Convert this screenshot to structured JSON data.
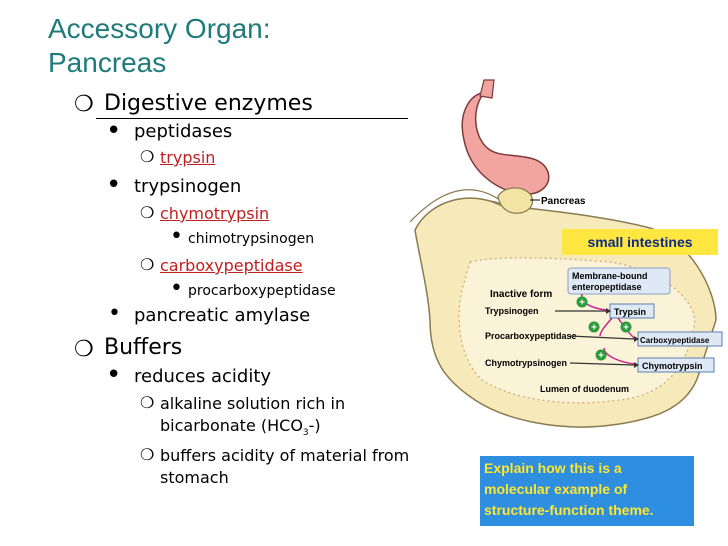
{
  "slide": {
    "title_line1": "Accessory Organ:",
    "title_line2": "Pancreas",
    "bullets": {
      "digestive": "Digestive enzymes",
      "peptidases": "peptidases",
      "trypsin": "trypsin",
      "trypsinogen": "trypsinogen",
      "chymotrypsin": "chymotrypsin",
      "chymotrypsinogen": "chimotrypsinogen",
      "carboxypeptidase": "carboxypeptidase",
      "procarboxypeptidase": "procarboxypeptidase",
      "amylase": "pancreatic amylase",
      "buffers": "Buffers",
      "reduces": "reduces acidity",
      "alkaline_line1": "alkaline solution rich in",
      "alkaline_line2_pre": "bicarbonate (HCO",
      "alkaline_sub": "3",
      "alkaline_line2_post": "-)",
      "buffers_acid_line1": "buffers acidity of material from",
      "buffers_acid_line2": "stomach"
    },
    "bullet_symbols": {
      "hollow": "❍",
      "solid": "•"
    },
    "diagram": {
      "pancreas_label": "Pancreas",
      "small_intestines": "small intestines",
      "membrane_line1": "Membrane-bound",
      "membrane_line2": "enteropeptidase",
      "inactive_form": "Inactive form",
      "trypsinogen": "Trypsinogen",
      "trypsin": "Trypsin",
      "procarboxypeptidase": "Procarboxypeptidase",
      "carboxypeptidase": "Carboxypeptidase",
      "chymotrypsinogen": "Chymotrypsinogen",
      "chymotrypsin": "Chymotrypsin",
      "lumen": "Lumen of duodenum",
      "plus": "+"
    },
    "callout": {
      "line1": "Explain how this is a",
      "line2": "molecular example of",
      "line3": "structure-function theme."
    },
    "colors": {
      "title": "#1f7a7a",
      "link": "#c02020",
      "callout_bg": "#2e8fe0",
      "callout_text": "#ffe62e",
      "label_bg": "#ffe640",
      "label_text": "#0c2a8a"
    }
  }
}
